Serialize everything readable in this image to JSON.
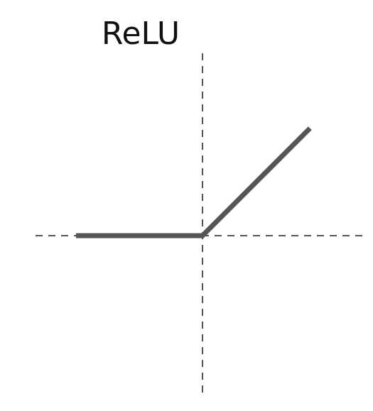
{
  "chart_data": {
    "type": "line",
    "title": "ReLU",
    "xlabel": "",
    "ylabel": "",
    "xlim": [
      -1,
      1
    ],
    "ylim": [
      -1,
      1
    ],
    "grid": false,
    "axes_style": "dashed lines through origin",
    "series": [
      {
        "color": "#555555",
        "points": [
          [
            -1,
            0
          ],
          [
            0,
            0
          ],
          [
            0.85,
            0.85
          ]
        ]
      }
    ]
  }
}
